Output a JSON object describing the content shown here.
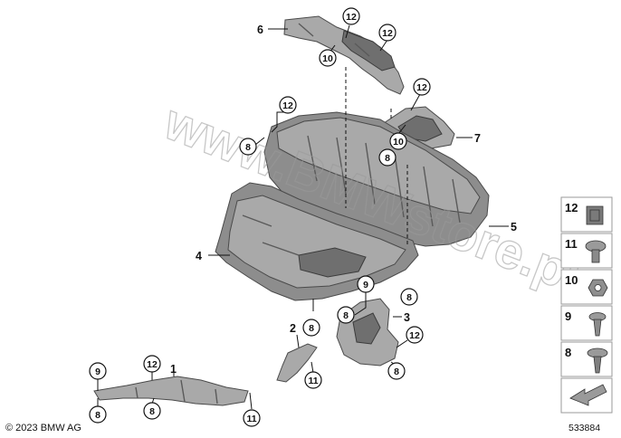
{
  "watermark": "www.BMWstore.pl",
  "copyright": "© 2023 BMW AG",
  "diagram_number": "533884",
  "part_labels": [
    "1",
    "2",
    "3",
    "4",
    "5",
    "6",
    "7"
  ],
  "callouts": [
    "12",
    "10",
    "12",
    "12",
    "10",
    "8",
    "12",
    "8",
    "9",
    "8",
    "8",
    "8",
    "12",
    "8",
    "11",
    "12",
    "9",
    "8",
    "8",
    "11"
  ],
  "legend": [
    "12",
    "11",
    "10",
    "9",
    "8"
  ],
  "colors": {
    "part": "#8d8d8d",
    "outline": "#4a4a4a",
    "watermark": "#9a9a9a"
  }
}
